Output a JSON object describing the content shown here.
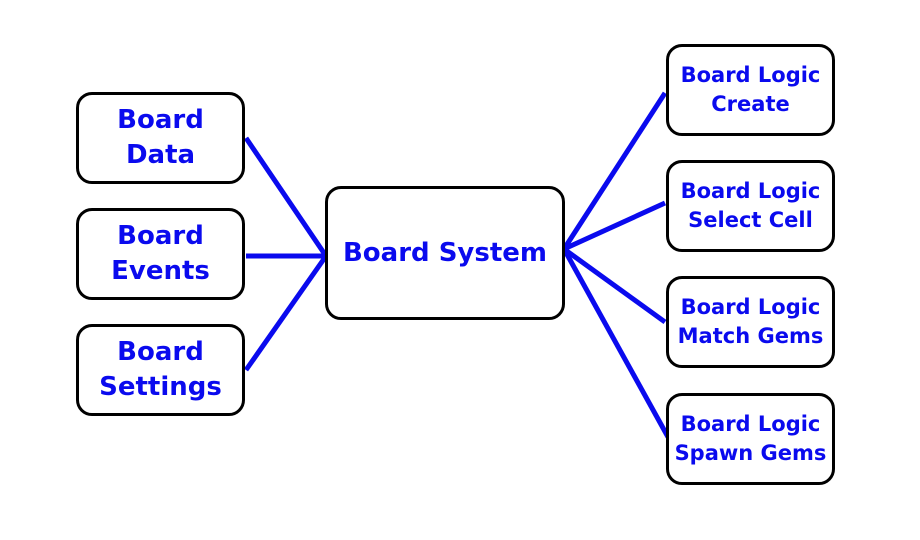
{
  "diagram": {
    "colors": {
      "text": "#0a0aee",
      "connector": "#0a0aee",
      "border": "#000000",
      "background": "#ffffff"
    },
    "center": {
      "label": "Board System"
    },
    "left_nodes": [
      {
        "line1": "Board",
        "line2": "Data"
      },
      {
        "line1": "Board",
        "line2": "Events"
      },
      {
        "line1": "Board",
        "line2": "Settings"
      }
    ],
    "right_nodes": [
      {
        "line1": "Board Logic",
        "line2": "Create"
      },
      {
        "line1": "Board Logic",
        "line2": "Select Cell"
      },
      {
        "line1": "Board Logic",
        "line2": "Match Gems"
      },
      {
        "line1": "Board Logic",
        "line2": "Spawn Gems"
      }
    ]
  }
}
